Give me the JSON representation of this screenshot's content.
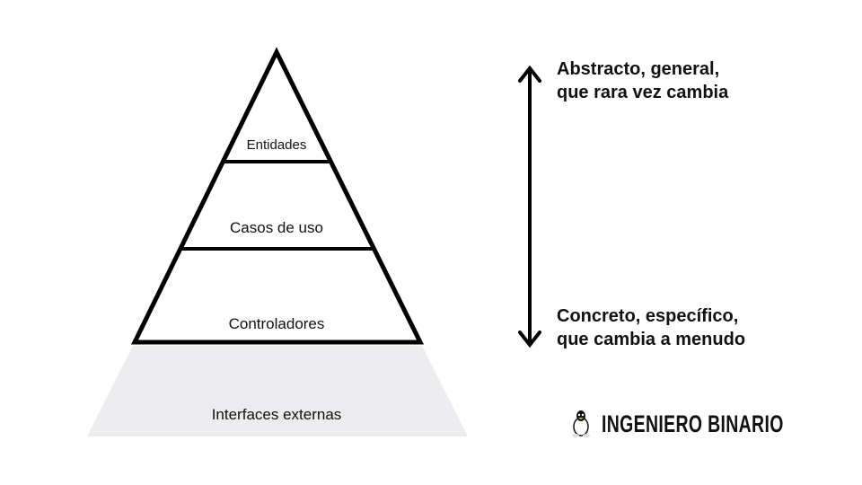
{
  "pyramid": {
    "layers": [
      "Entidades",
      "Casos de uso",
      "Controladores",
      "Interfaces externas"
    ]
  },
  "scale": {
    "top_line1": "Abstracto, general,",
    "top_line2": "que rara vez cambia",
    "bottom_line1": "Concreto, específico,",
    "bottom_line2": "que cambia a menudo"
  },
  "brand": {
    "name": "INGENIERO BINARIO",
    "icon": "penguin-icon"
  },
  "colors": {
    "stroke": "#000000",
    "base_fill": "#ececee"
  }
}
